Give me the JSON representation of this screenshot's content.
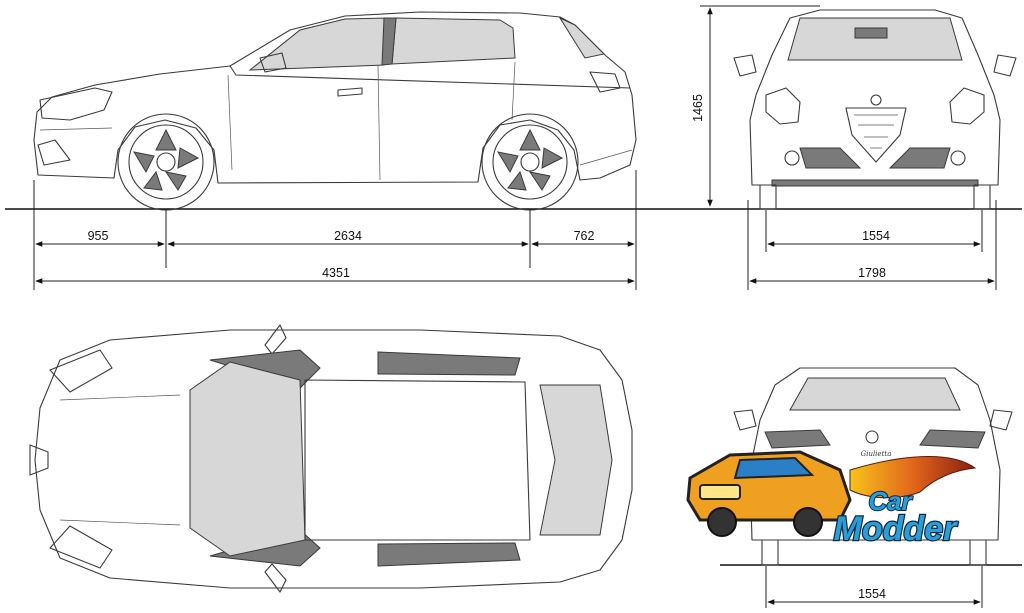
{
  "side_view": {
    "dims": {
      "front_overhang": "955",
      "wheelbase": "2634",
      "rear_overhang": "762",
      "length": "4351"
    }
  },
  "front_view": {
    "dims": {
      "height": "1465",
      "front_track": "1554",
      "width": "1798"
    }
  },
  "rear_view": {
    "dims": {
      "rear_track": "1554"
    },
    "badge": "Giulietta"
  },
  "logo": {
    "line1": "Car",
    "line2": "Modder"
  },
  "colors": {
    "line": "#3a3a3a",
    "glass": "#d7d7d7",
    "logo_orange": "#f0a020",
    "logo_blue": "#2a9fd6"
  }
}
